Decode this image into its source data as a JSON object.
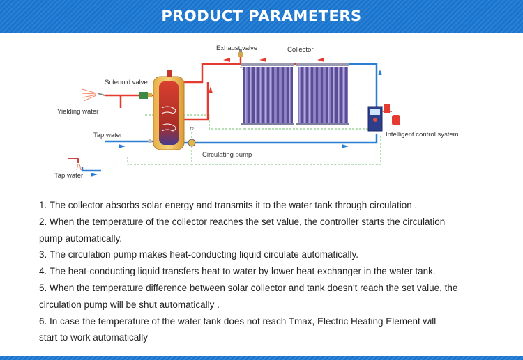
{
  "header": {
    "title": "PRODUCT PARAMETERS"
  },
  "diagram": {
    "labels": {
      "exhaust_valve": "Exhaust valve",
      "collector": "Collector",
      "solenoid_valve": "Solenoid valve",
      "yielding_water": "Yielding water",
      "tap_water": "Tap water",
      "tap_water_bottom": "Tap water",
      "circulating_pump": "Circulating pump",
      "intelligent_control": "Intelligent control system",
      "t1": "T1",
      "t2": "T2"
    },
    "colors": {
      "hot_pipe": "#e53a2f",
      "cold_pipe": "#2a7fd4",
      "panel": "#6d5fa3",
      "tank_body": "#c4362b",
      "green_wire": "#6cc26a"
    }
  },
  "description": {
    "items": [
      "1. The collector absorbs solar energy and transmits it to the water tank through circulation .",
      "2. When the temperature of the collector reaches the set value, the controller starts the circulation",
      "pump automatically.",
      "3. The circulation pump makes heat-conducting liquid circulate automatically.",
      "4. The heat-conducting liquid transfers heat to water by lower heat exchanger in the water tank.",
      "5. When the temperature difference between solar collector and tank doesn't reach the set value, the",
      "circulation pump will be shut automatically .",
      "6. In case the temperature of the water tank does not reach Tmax, Electric Heating Element will",
      "start to work automatically"
    ]
  }
}
